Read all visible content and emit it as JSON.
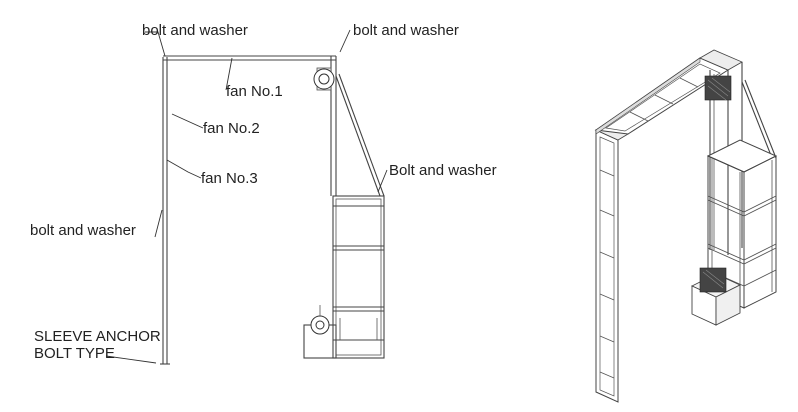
{
  "callouts": {
    "bolt_top_left": "bolt and washer",
    "bolt_top_right": "bolt and washer",
    "fan1": "fan No.1",
    "fan2": "fan No.2",
    "fan3": "fan No.3",
    "bolt_right": "Bolt and washer",
    "bolt_left": "bolt and washer",
    "anchor_line1": "SLEEVE ANCHOR",
    "anchor_line2": "BOLT TYPE"
  }
}
